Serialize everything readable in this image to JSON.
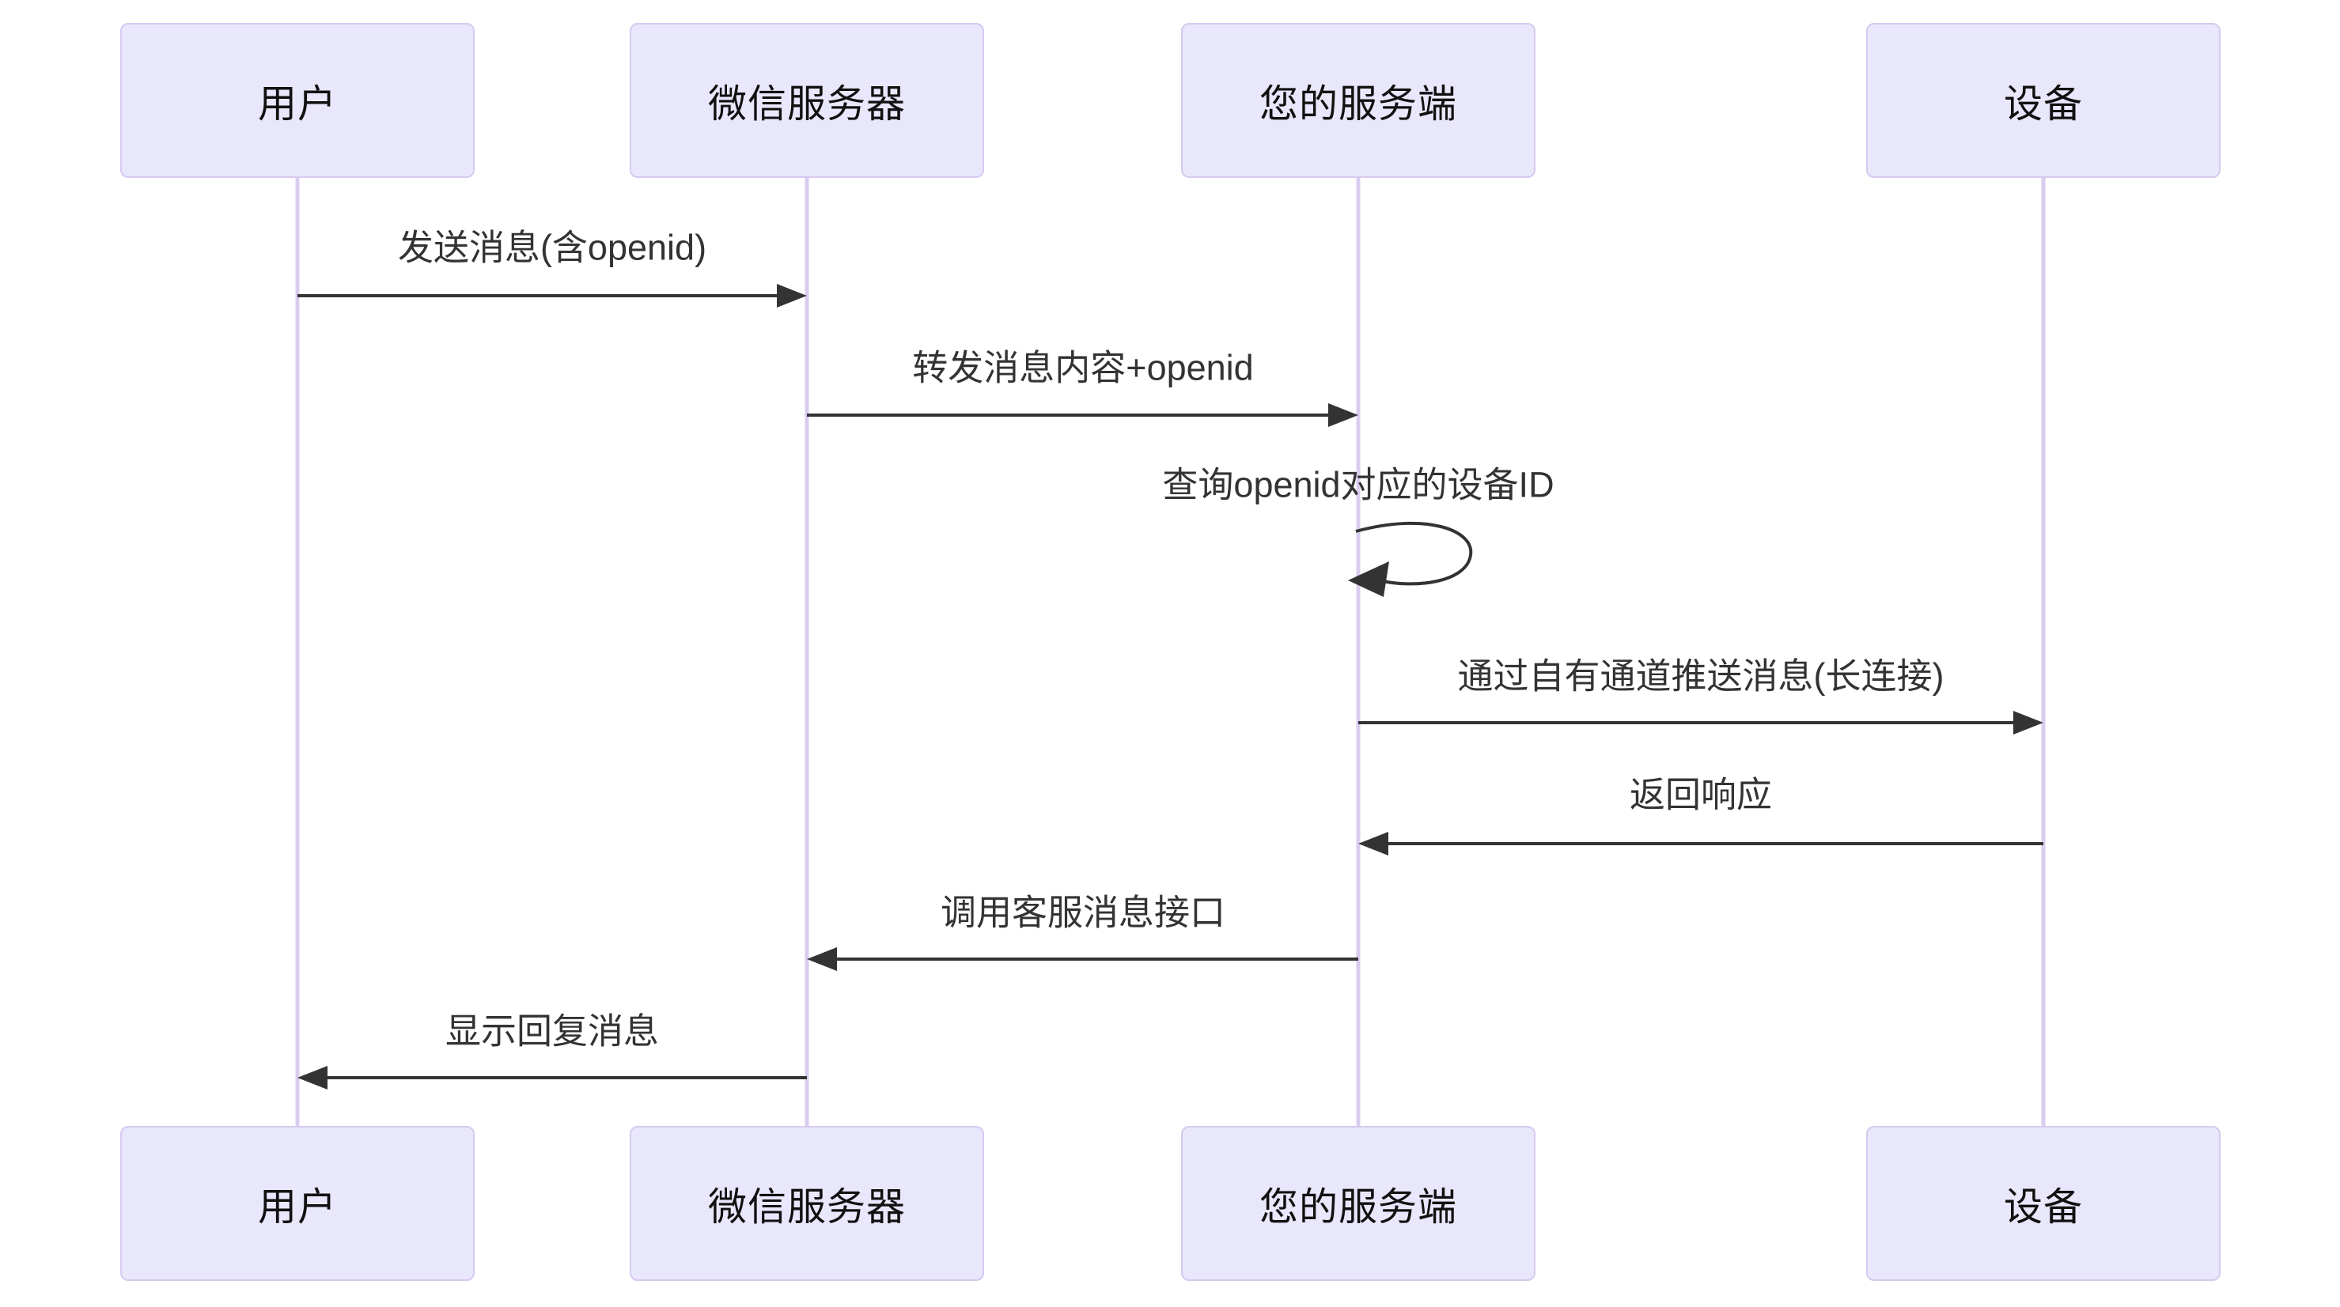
{
  "diagram": {
    "type": "sequence-diagram",
    "background": "#ffffff",
    "colors": {
      "actor_fill": "#e9e7fc",
      "actor_border": "#d7c9ef",
      "lifeline": "#d8cdef",
      "arrow": "#333333",
      "message_text": "#333333",
      "actor_text": "#111111"
    },
    "actors": [
      {
        "label": "用户"
      },
      {
        "label": "微信服务器"
      },
      {
        "label": "您的服务端"
      },
      {
        "label": "设备"
      }
    ],
    "messages": [
      {
        "from": "用户",
        "to": "微信服务器",
        "direction": "right",
        "arrow": "solid",
        "text": "发送消息(含openid)"
      },
      {
        "from": "微信服务器",
        "to": "您的服务端",
        "direction": "right",
        "arrow": "solid",
        "text": "转发消息内容+openid"
      },
      {
        "from": "您的服务端",
        "to": "您的服务端",
        "direction": "self",
        "arrow": "solid-loop",
        "text": "查询openid对应的设备ID"
      },
      {
        "from": "您的服务端",
        "to": "设备",
        "direction": "right",
        "arrow": "solid",
        "text": "通过自有通道推送消息(长连接)"
      },
      {
        "from": "设备",
        "to": "您的服务端",
        "direction": "left",
        "arrow": "solid",
        "text": "返回响应"
      },
      {
        "from": "您的服务端",
        "to": "微信服务器",
        "direction": "left",
        "arrow": "solid",
        "text": "调用客服消息接口"
      },
      {
        "from": "微信服务器",
        "to": "用户",
        "direction": "left",
        "arrow": "solid",
        "text": "显示回复消息"
      }
    ]
  }
}
